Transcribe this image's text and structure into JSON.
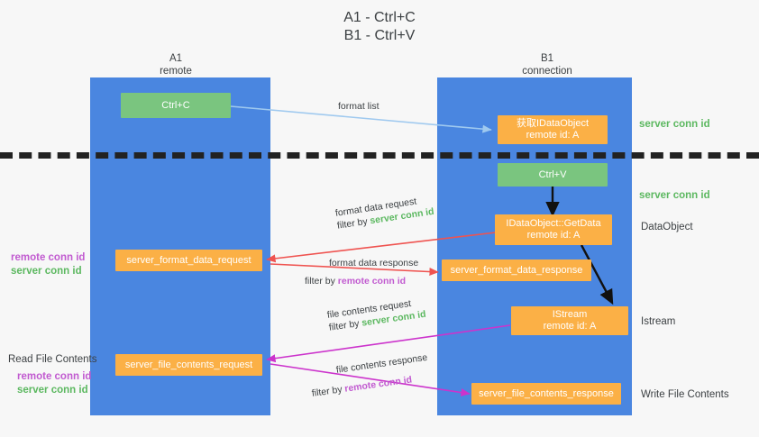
{
  "title": {
    "line1": "A1 - Ctrl+C",
    "line2": "B1 - Ctrl+V"
  },
  "columns": [
    {
      "name": "A1",
      "sub": "remote"
    },
    {
      "name": "B1",
      "sub": "connection"
    }
  ],
  "nodes": {
    "ctrl_c": {
      "label": "Ctrl+C"
    },
    "ctrl_v": {
      "label": "Ctrl+V"
    },
    "idataobject": {
      "line1": "获取IDataObject",
      "line2": "remote id: A"
    },
    "getdata": {
      "line1": "IDataObject::GetData",
      "line2": "remote id: A"
    },
    "istream": {
      "line1": "IStream",
      "line2": "remote id: A"
    },
    "server_format_data_request": {
      "label": "server_format_data_request"
    },
    "server_format_data_response": {
      "label": "server_format_data_response"
    },
    "server_file_contents_request": {
      "label": "server_file_contents_request"
    },
    "server_file_contents_response": {
      "label": "server_file_contents_response"
    }
  },
  "edges": {
    "format_list": {
      "label": "format list"
    },
    "format_data_request": {
      "label": "format data request",
      "filter_prefix": "filter by ",
      "filter_value": "server conn id"
    },
    "format_data_response": {
      "label": "format data response",
      "filter_prefix": "filter by ",
      "filter_value": "remote conn id"
    },
    "file_contents_request": {
      "label": "file contents request",
      "filter_prefix": "filter by ",
      "filter_value": "server conn id"
    },
    "file_contents_response": {
      "label": "file contents response",
      "filter_prefix": "filter by ",
      "filter_value": "remote conn id"
    }
  },
  "right_labels": {
    "server_conn_id_top": "server conn id",
    "server_conn_id_mid": "server conn id",
    "dataobject": "DataObject",
    "istream": "Istream",
    "write_file_contents": "Write File Contents"
  },
  "left_labels": {
    "remote_conn_id_1": "remote conn id",
    "server_conn_id_1": "server conn id",
    "read_file_contents": "Read File Contents",
    "remote_conn_id_2": "remote conn id",
    "server_conn_id_2": "server conn id"
  },
  "colors": {
    "lane": "#4a86e0",
    "green_node": "#7ac57f",
    "orange_node": "#fbb046",
    "green_text": "#5cb860",
    "purple_text": "#c15ad0",
    "red_arrow": "#ef5350",
    "magenta_arrow": "#cc33cc",
    "lightblue_arrow": "#9fc9ef",
    "dark_arrow": "#111111",
    "background": "#f7f7f7"
  }
}
